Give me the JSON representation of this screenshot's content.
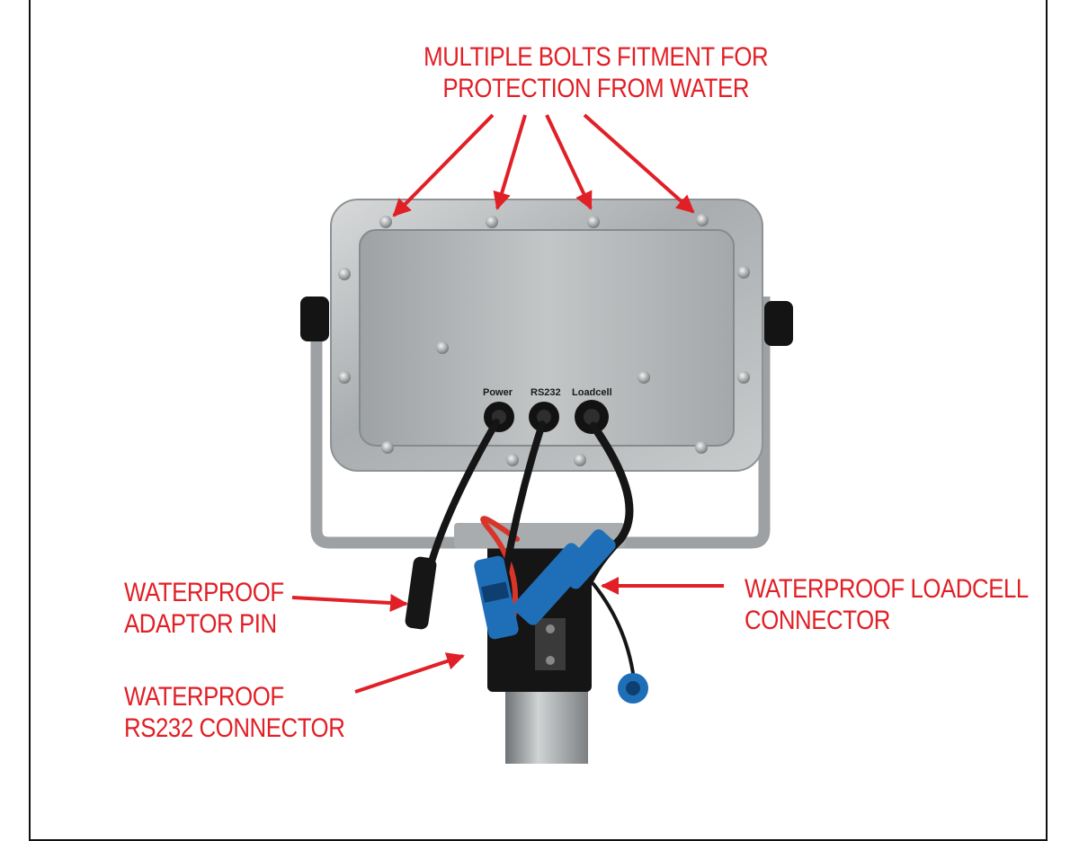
{
  "callouts": {
    "bolts": [
      "MULTIPLE BOLTS FITMENT FOR",
      "PROTECTION FROM WATER"
    ],
    "adaptor": [
      "WATERPROOF",
      "ADAPTOR PIN"
    ],
    "rs232": [
      "WATERPROOF",
      "RS232 CONNECTOR"
    ],
    "loadcell": [
      "WATERPROOF LOADCELL",
      "CONNECTOR"
    ]
  },
  "ports": {
    "power": "Power",
    "rs232": "RS232",
    "loadcell": "Loadcell"
  },
  "colors": {
    "callout": "#e11f26",
    "steel": "#b9bcbd",
    "connector_blue": "#1f6fb8",
    "cable": "#151515",
    "red_cable": "#d8352a"
  }
}
